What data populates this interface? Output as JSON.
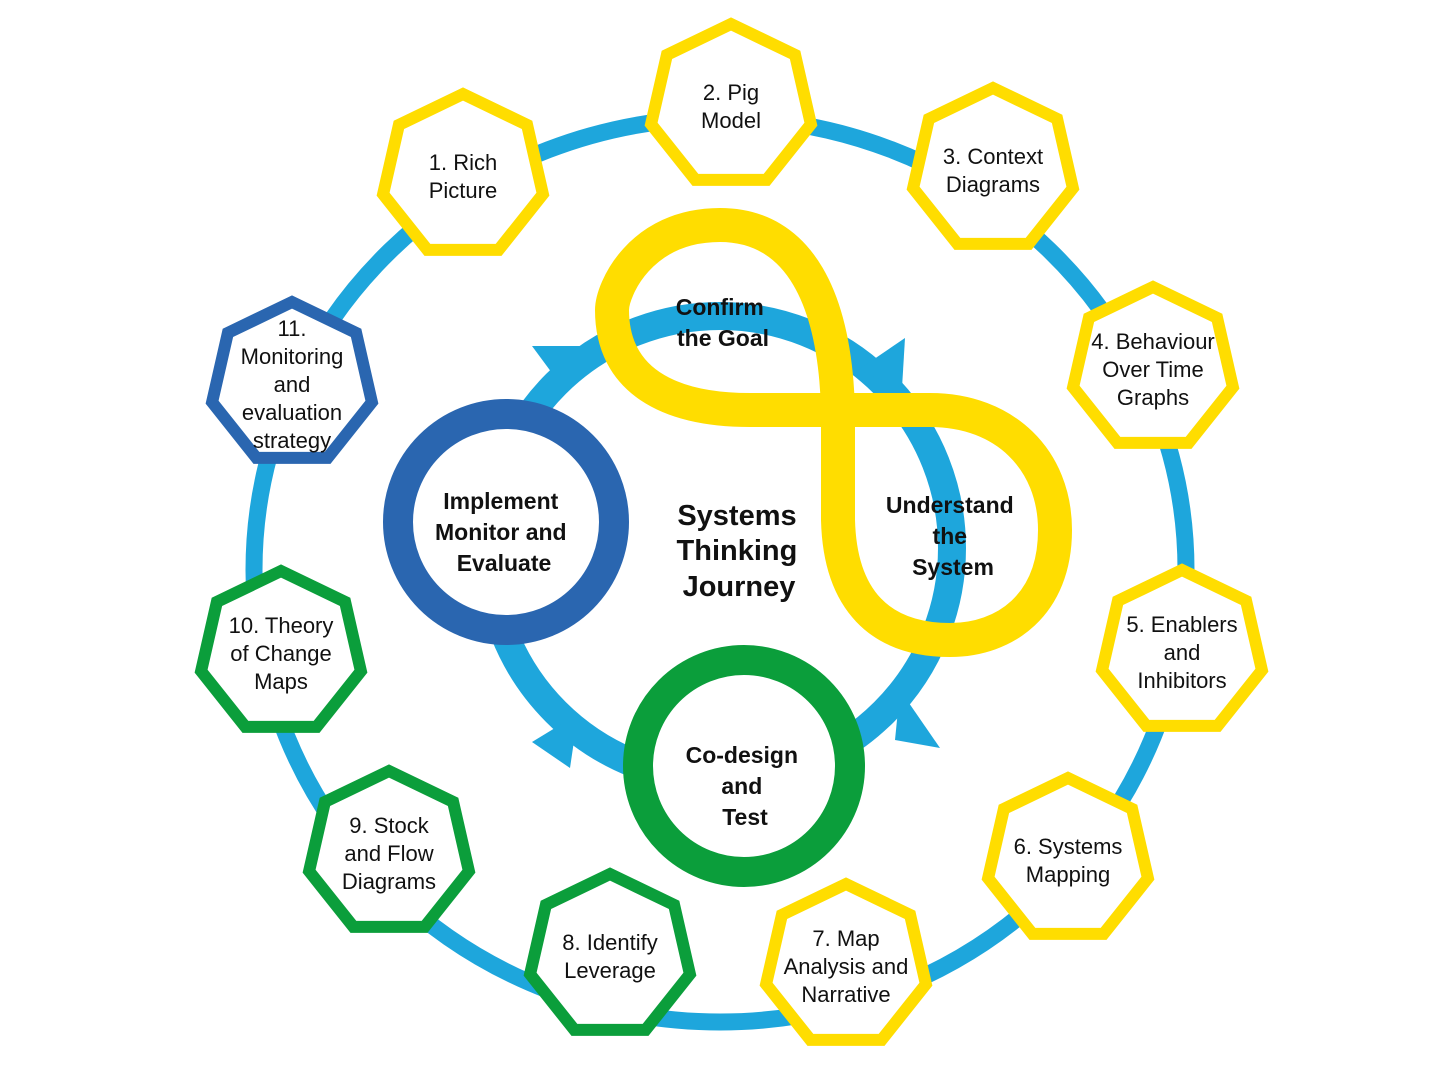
{
  "center": {
    "lines": [
      "Systems",
      "Thinking",
      "Journey"
    ]
  },
  "stages": [
    {
      "id": "confirm-goal",
      "lines": [
        "Confirm",
        "the Goal"
      ],
      "color": "#FFDD00"
    },
    {
      "id": "understand-system",
      "lines": [
        "Understand",
        "the",
        "System"
      ],
      "color": "#FFDD00"
    },
    {
      "id": "co-design-test",
      "lines": [
        "Co-design",
        "and",
        "Test"
      ],
      "color": "#0B9E3B"
    },
    {
      "id": "implement-monitor-evaluate",
      "lines": [
        "Implement",
        "Monitor and",
        "Evaluate"
      ],
      "color": "#2A66B0"
    }
  ],
  "tools": [
    {
      "lines": [
        "1. Rich",
        "Picture"
      ],
      "color": "#FFDD00"
    },
    {
      "lines": [
        "2. Pig",
        "Model"
      ],
      "color": "#FFDD00"
    },
    {
      "lines": [
        "3. Context",
        "Diagrams"
      ],
      "color": "#FFDD00"
    },
    {
      "lines": [
        "4. Behaviour",
        "Over Time",
        "Graphs"
      ],
      "color": "#FFDD00"
    },
    {
      "lines": [
        "5. Enablers",
        "and",
        "Inhibitors"
      ],
      "color": "#FFDD00"
    },
    {
      "lines": [
        "6. Systems",
        "Mapping"
      ],
      "color": "#FFDD00"
    },
    {
      "lines": [
        "7. Map",
        "Analysis and",
        "Narrative"
      ],
      "color": "#FFDD00"
    },
    {
      "lines": [
        "8. Identify",
        "Leverage"
      ],
      "color": "#0B9E3B"
    },
    {
      "lines": [
        "9. Stock",
        "and Flow",
        "Diagrams"
      ],
      "color": "#0B9E3B"
    },
    {
      "lines": [
        "10. Theory",
        "of Change",
        "Maps"
      ],
      "color": "#0B9E3B"
    },
    {
      "lines": [
        "11.",
        "Monitoring",
        "and",
        "evaluation",
        "strategy"
      ],
      "color": "#2A66B0"
    }
  ],
  "colors": {
    "ring": "#1EA6DC",
    "yellow": "#FFDD00",
    "green": "#0B9E3B",
    "blue": "#2A66B0"
  }
}
